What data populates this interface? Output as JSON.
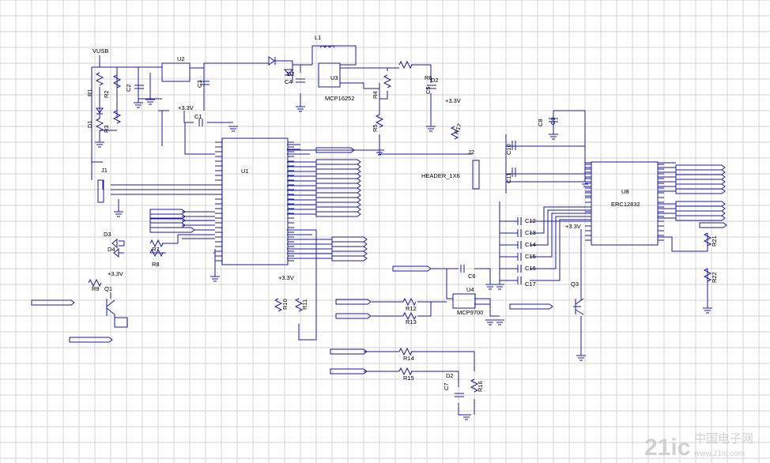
{
  "components": {
    "vusb": "VUSB",
    "u2": "U2",
    "l1": "L1",
    "u3": "U3",
    "u3_part": "MCP16252",
    "d2_top": "D2",
    "c4": "C4",
    "c3": "C3",
    "c2": "C2",
    "r1": "R1",
    "r2": "R2",
    "r3": "R3",
    "d1": "D1",
    "r4": "R4",
    "r5": "R5",
    "r6": "R6",
    "c5": "C5",
    "c1": "C1",
    "u1": "U1",
    "j1": "J1",
    "j2": "J2",
    "j2_part": "HEADER_1X6",
    "r17": "R17",
    "d3": "D3",
    "d4": "D4",
    "r7": "R7",
    "r8": "R8",
    "r9": "R9",
    "q1": "Q1",
    "r10": "R10",
    "r11": "R11",
    "c6": "C6",
    "u4": "U4",
    "u4_part": "MCP9700",
    "r12": "R12",
    "r13": "R13",
    "r14": "R14",
    "r15": "R15",
    "d2_bottom": "D2",
    "c7": "C7",
    "r16": "R16",
    "c8": "C8",
    "c9": "C9",
    "c10": "C10",
    "c11": "C11",
    "c12": "C12",
    "c13": "C13",
    "c14": "C14",
    "c15": "C15",
    "c16": "C16",
    "c17": "C17",
    "u8": "U8",
    "u8_part": "ERC12832",
    "q3": "Q3",
    "r21": "R21",
    "r22": "R22"
  },
  "supply_labels": {
    "v33_c1": "+3.3V",
    "v33_j2": "+3.3V",
    "v33_q1": "+3.3V",
    "v33_r10": "+3.3V",
    "v33_u8": "+3.3V"
  },
  "watermark": {
    "brand": "21ic",
    "site": "中国电子网",
    "url": "www.21ic.com"
  }
}
